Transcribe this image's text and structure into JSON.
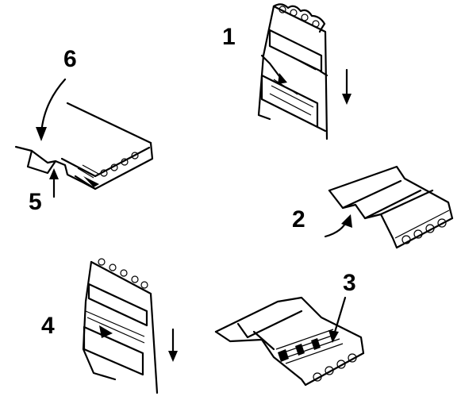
{
  "labels": {
    "one": "1",
    "two": "2",
    "three": "3",
    "four": "4",
    "five": "5",
    "six": "6"
  },
  "colors": {
    "ink": "#000000",
    "paper": "#ffffff"
  }
}
